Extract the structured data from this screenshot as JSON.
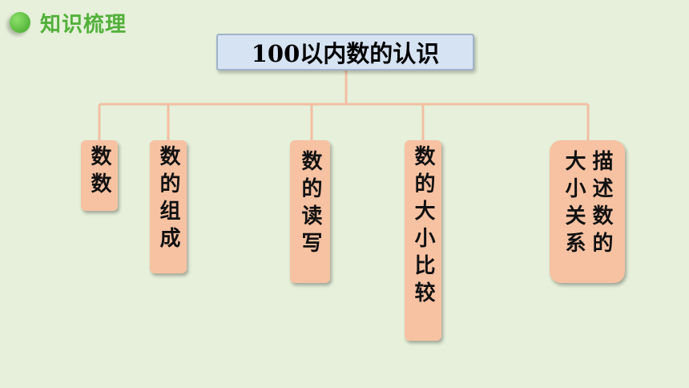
{
  "header": {
    "title": "知识梳理"
  },
  "diagram": {
    "root": "100以内数的认识",
    "children": [
      {
        "label": "数数"
      },
      {
        "label": "数的组成"
      },
      {
        "label": "数的读写"
      },
      {
        "label": "数的大小比较"
      },
      {
        "label": "描述数的大小关系"
      }
    ]
  },
  "colors": {
    "background": "#e6f0da",
    "accent": "#52b03a",
    "root_fill": "#d6e3f3",
    "leaf_fill": "#f7c2a2",
    "connector": "#f2bfa3"
  }
}
